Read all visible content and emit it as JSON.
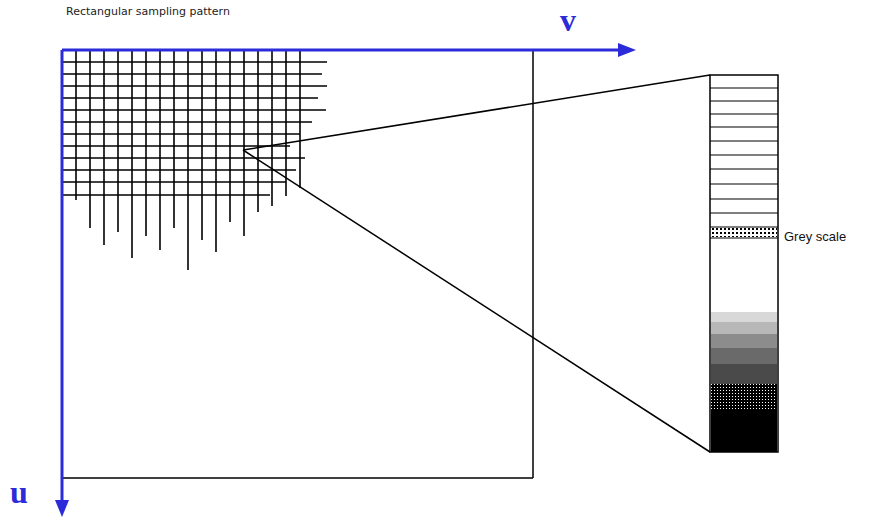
{
  "diagram": {
    "labels": [
      "Rectangular sampling pattern",
      "v",
      "u",
      "Grey scale"
    ]
  }
}
